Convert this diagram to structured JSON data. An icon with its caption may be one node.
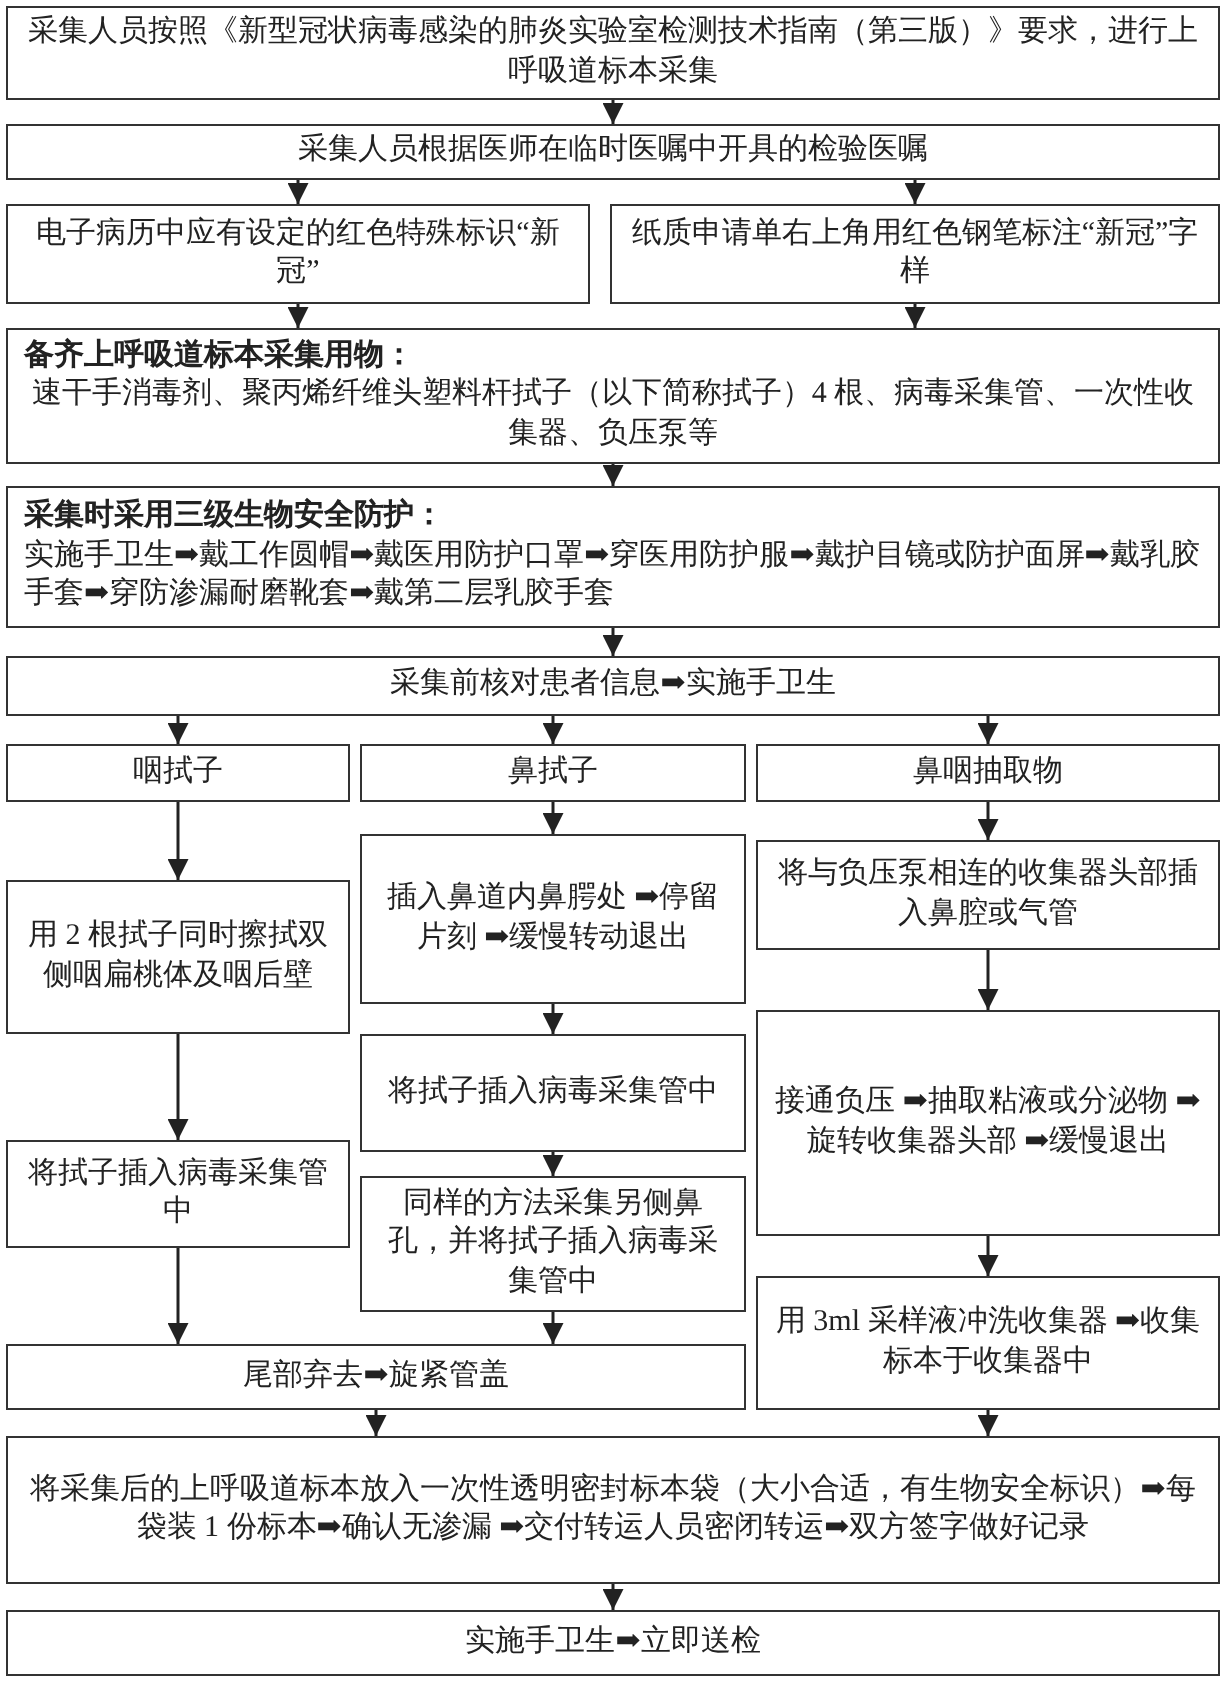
{
  "diagram": {
    "nodes": [
      {
        "text": [
          "采集人员按照《新型冠状病毒感染的肺炎实验室检测技术指南（第三版）》要求，进行上呼吸道标本采集"
        ]
      },
      {
        "text": [
          "采集人员根据医师在临时医嘱中开具的检验医嘱"
        ]
      },
      {
        "text": [
          "电子病历中应有设定的红色特殊标识“新冠”"
        ]
      },
      {
        "text": [
          "纸质申请单右上角用红色钢笔标注“新冠”字样"
        ]
      },
      {
        "text": [
          "备齐上呼吸道标本采集用物：",
          "速干手消毒剂、聚丙烯纤维头塑料杆拭子（以下简称拭子）4 根、病毒采集管、一次性收集器、负压泵等"
        ]
      },
      {
        "text": [
          "采集时采用三级生物安全防护：",
          "实施手卫生➡戴工作圆帽➡戴医用防护口罩➡穿医用防护服➡戴护目镜或防护面屏➡戴乳胶手套➡穿防渗漏耐磨靴套➡戴第二层乳胶手套"
        ]
      },
      {
        "text": [
          "采集前核对患者信息➡实施手卫生"
        ]
      },
      {
        "text": [
          "咽拭子"
        ]
      },
      {
        "text": [
          "鼻拭子"
        ]
      },
      {
        "text": [
          "鼻咽抽取物"
        ]
      },
      {
        "text": [
          "用 2 根拭子同时擦拭双侧咽扁桃体及咽后壁"
        ]
      },
      {
        "text": [
          "插入鼻道内鼻腭处 ➡停留片刻 ➡缓慢转动退出"
        ]
      },
      {
        "text": [
          "将与负压泵相连的收集器头部插入鼻腔或气管"
        ]
      },
      {
        "text": [
          "将拭子插入病毒采集管中"
        ]
      },
      {
        "text": [
          "将拭子插入病毒采集管中"
        ]
      },
      {
        "text": [
          "接通负压 ➡抽取粘液或分泌物 ➡旋转收集器头部 ➡缓慢退出"
        ]
      },
      {
        "text": [
          "同样的方法采集另侧鼻孔，并将拭子插入病毒采集管中"
        ]
      },
      {
        "text": [
          "用 3ml 采样液冲洗收集器 ➡收集标本于收集器中"
        ]
      },
      {
        "text": [
          "尾部弃去➡旋紧管盖"
        ]
      },
      {
        "text": [
          "将采集后的上呼吸道标本放入一次性透明密封标本袋（大小合适，有生物安全标识）➡每袋装 1 份标本➡确认无渗漏 ➡交付转运人员密闭转运➡双方签字做好记录"
        ]
      },
      {
        "text": [
          "实施手卫生➡立即送检"
        ]
      }
    ],
    "edges": [
      {
        "from": 0,
        "to": 1,
        "arrow": "to"
      },
      {
        "from": 1,
        "to": 2,
        "arrow": "to"
      },
      {
        "from": 1,
        "to": 3,
        "arrow": "to"
      },
      {
        "from": 2,
        "to": 4,
        "arrow": "to"
      },
      {
        "from": 3,
        "to": 4,
        "arrow": "to"
      },
      {
        "from": 4,
        "to": 5,
        "arrow": "to"
      },
      {
        "from": 5,
        "to": 6,
        "arrow": "to"
      },
      {
        "from": 6,
        "to": 7,
        "arrow": "to"
      },
      {
        "from": 6,
        "to": 8,
        "arrow": "to"
      },
      {
        "from": 6,
        "to": 9,
        "arrow": "to"
      },
      {
        "from": 7,
        "to": 10,
        "arrow": "to"
      },
      {
        "from": 8,
        "to": 11,
        "arrow": "to"
      },
      {
        "from": 9,
        "to": 12,
        "arrow": "to"
      },
      {
        "from": 10,
        "to": 13,
        "arrow": "to"
      },
      {
        "from": 11,
        "to": 14,
        "arrow": "to"
      },
      {
        "from": 12,
        "to": 15,
        "arrow": "to"
      },
      {
        "from": 13,
        "to": 18,
        "arrow": "to"
      },
      {
        "from": 14,
        "to": 16,
        "arrow": "to"
      },
      {
        "from": 16,
        "to": 18,
        "arrow": "to"
      },
      {
        "from": 15,
        "to": 17,
        "arrow": "to"
      },
      {
        "from": 18,
        "to": 19,
        "arrow": "to"
      },
      {
        "from": 17,
        "to": 19,
        "arrow": "to"
      },
      {
        "from": 19,
        "to": 20,
        "arrow": "to"
      }
    ]
  }
}
